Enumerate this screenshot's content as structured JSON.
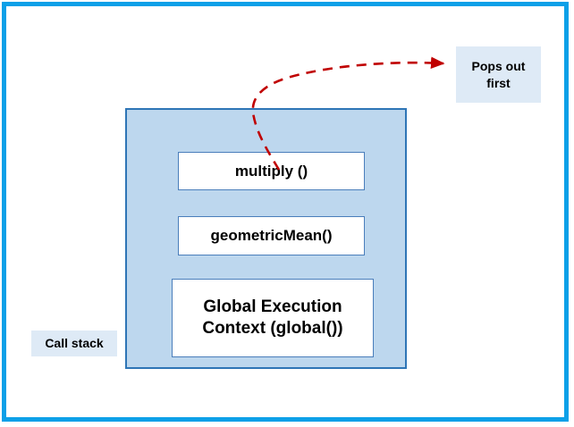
{
  "frame": {
    "border_color": "#0CA0E8"
  },
  "call_stack": {
    "container_fill": "#BDD7EE",
    "container_border": "#2E75B6",
    "label": "Call stack",
    "frames": [
      {
        "label": "multiply ()"
      },
      {
        "label": "geometricMean()"
      },
      {
        "label_line1": "Global Execution",
        "label_line2": "Context (global())"
      }
    ]
  },
  "annotation": {
    "pops_out_line1": "Pops out",
    "pops_out_line2": "first",
    "arrow_color": "#C00000",
    "arrow_style": "dashed-curved-right"
  }
}
